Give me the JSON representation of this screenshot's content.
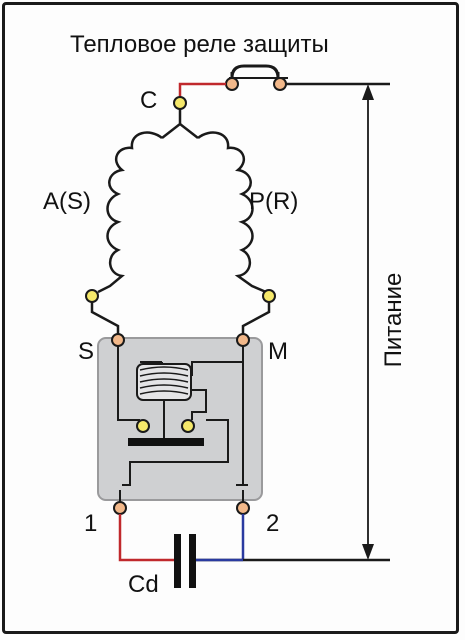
{
  "diagram": {
    "title": "Тепловое реле защиты",
    "labels": {
      "c": "C",
      "a_s": "A(S)",
      "p_r": "P(R)",
      "s": "S",
      "m": "M",
      "one": "1",
      "two": "2",
      "cd": "Cd",
      "power": "Питание"
    },
    "colors": {
      "wire": "#1a1a1a",
      "red_wire": "#c0282c",
      "blue_wire": "#2a3aa0",
      "terminal_fill": "#f2b88a",
      "terminal_yellow": "#f5e86a",
      "relay_body": "#cfd0d2"
    }
  }
}
